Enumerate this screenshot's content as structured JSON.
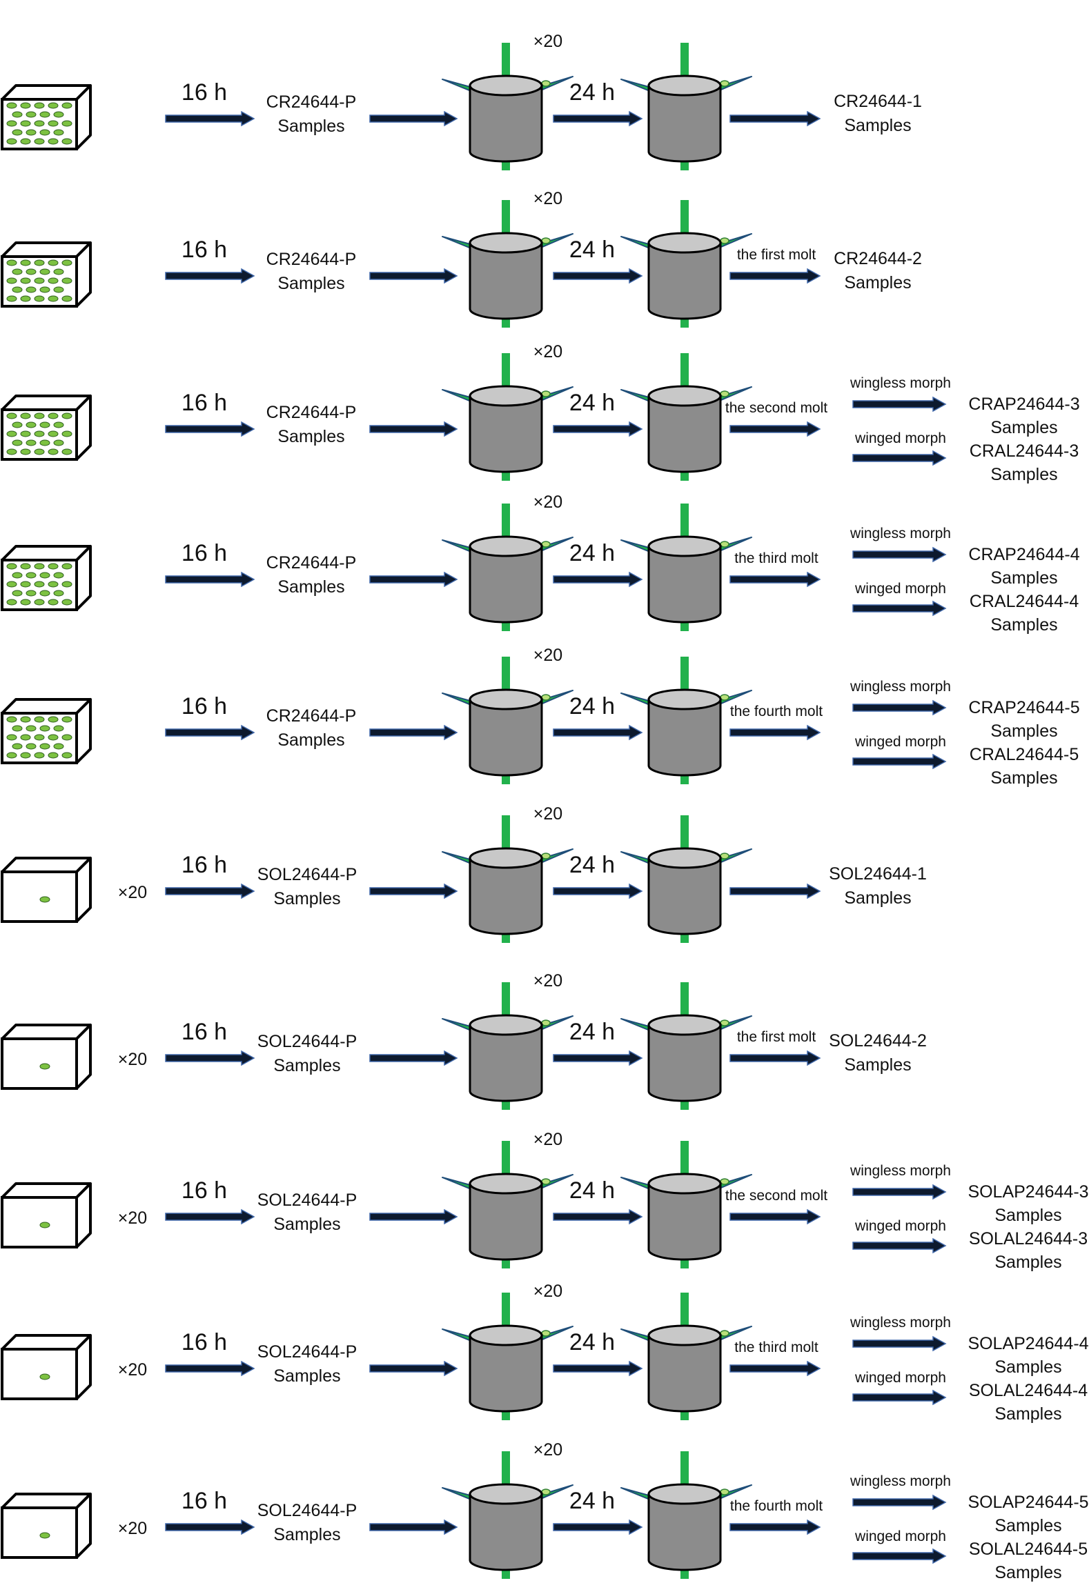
{
  "common": {
    "duration_1": "16 h",
    "duration_2": "24 h",
    "multiplier": "×20",
    "samples_word": "Samples",
    "wingless_label": "wingless morph",
    "winged_label": "winged morph"
  },
  "rows": [
    {
      "container": "crowded",
      "box_multiplier": "",
      "parent": "CR24644-P",
      "molt": "",
      "result": "CR24644-1",
      "wingless_result": "",
      "winged_result": ""
    },
    {
      "container": "crowded",
      "box_multiplier": "",
      "parent": "CR24644-P",
      "molt": "the first molt",
      "result": "CR24644-2",
      "wingless_result": "",
      "winged_result": ""
    },
    {
      "container": "crowded",
      "box_multiplier": "",
      "parent": "CR24644-P",
      "molt": "the second molt",
      "result": "",
      "wingless_result": "CRAP24644-3",
      "winged_result": "CRAL24644-3"
    },
    {
      "container": "crowded",
      "box_multiplier": "",
      "parent": "CR24644-P",
      "molt": "the third molt",
      "result": "",
      "wingless_result": "CRAP24644-4",
      "winged_result": "CRAL24644-4"
    },
    {
      "container": "crowded",
      "box_multiplier": "",
      "parent": "CR24644-P",
      "molt": "the fourth molt",
      "result": "",
      "wingless_result": "CRAP24644-5",
      "winged_result": "CRAL24644-5"
    },
    {
      "container": "solitary",
      "box_multiplier": "×20",
      "parent": "SOL24644-P",
      "molt": "",
      "result": "SOL24644-1",
      "wingless_result": "",
      "winged_result": ""
    },
    {
      "container": "solitary",
      "box_multiplier": "×20",
      "parent": "SOL24644-P",
      "molt": "the first molt",
      "result": "SOL24644-2",
      "wingless_result": "",
      "winged_result": ""
    },
    {
      "container": "solitary",
      "box_multiplier": "×20",
      "parent": "SOL24644-P",
      "molt": "the second molt",
      "result": "",
      "wingless_result": "SOLAP24644-3",
      "winged_result": "SOLAL24644-3"
    },
    {
      "container": "solitary",
      "box_multiplier": "×20",
      "parent": "SOL24644-P",
      "molt": "the third molt",
      "result": "",
      "wingless_result": "SOLAP24644-4",
      "winged_result": "SOLAL24644-4"
    },
    {
      "container": "solitary",
      "box_multiplier": "×20",
      "parent": "SOL24644-P",
      "molt": "the fourth molt",
      "result": "",
      "wingless_result": "SOLAP24644-5",
      "winged_result": "SOLAL24644-5"
    }
  ],
  "colors": {
    "arrow_fill": "#0d1a2e",
    "arrow_edge": "#3e66a8",
    "leaf_green": "#22b14c",
    "leaf_edge": "#1f4e79",
    "aphid_green": "#7dc242",
    "pot_body": "#8c8c8c",
    "pot_top": "#c8c8c8"
  }
}
